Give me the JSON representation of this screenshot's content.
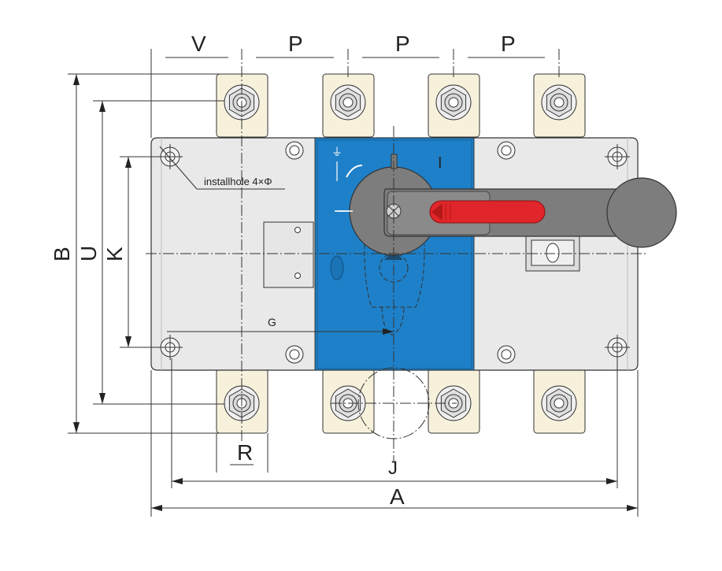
{
  "dimensions": {
    "V": "V",
    "P1": "P",
    "P2": "P",
    "P3": "P",
    "B": "B",
    "U": "U",
    "K": "K",
    "R": "R",
    "J": "J",
    "A": "A",
    "G": "G"
  },
  "annotations": {
    "install_hole": "installhole  4×Φ",
    "on_mark": "I",
    "off_mark": "⏚"
  },
  "colors": {
    "body": "#e9e9e9",
    "blue_panel": "#1e80c8",
    "terminal": "#f7f1dc",
    "handle": "#808080",
    "handle_grip": "#e0262a",
    "outline": "#333333"
  }
}
